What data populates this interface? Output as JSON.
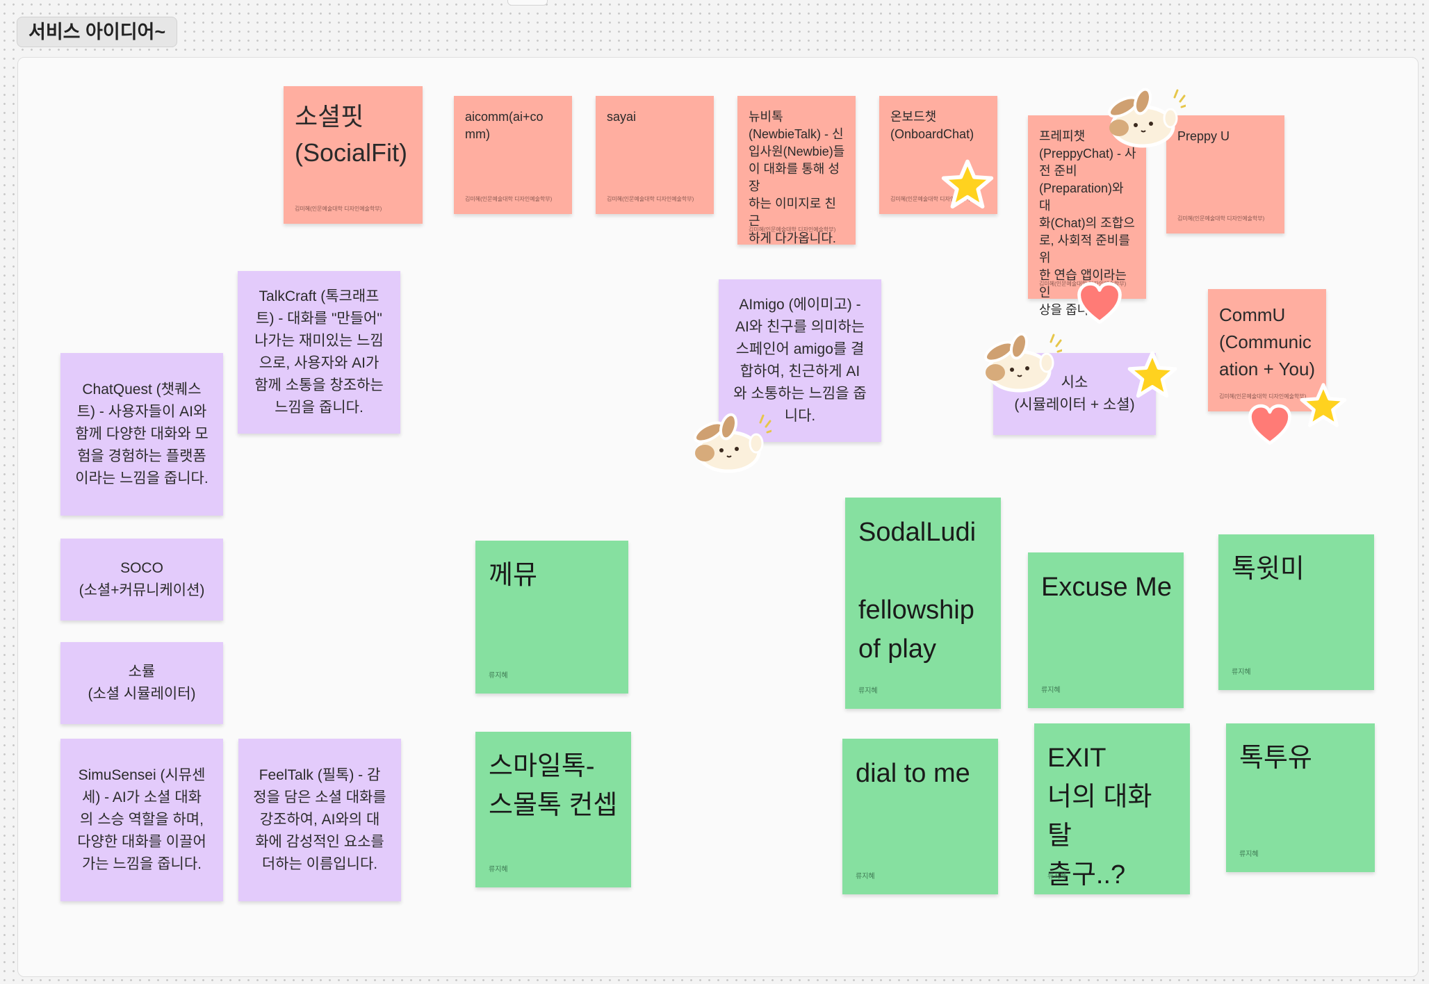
{
  "board": {
    "section_title": "서비스 아이디어~",
    "colors": {
      "pink": "#ffaea0",
      "green": "#86e0a0",
      "purple": "#e3cbfb",
      "star": "#ffd21f",
      "heart": "#ff7b76"
    }
  },
  "stickies": {
    "socialfit": {
      "text": "소셜핏\n(SocialFit)",
      "author": "김미혜(인문예술대학 디자인예술학부)"
    },
    "aicomm": {
      "text": "aicomm(ai+co\nmm)",
      "author": "김미혜(인문예술대학 디자인예술학부)"
    },
    "sayai": {
      "text": "sayai",
      "author": "김미혜(인문예술대학 디자인예술학부)"
    },
    "newbietalk": {
      "text": "뉴비톡\n(NewbieTalk) - 신\n입사원(Newbie)들\n이 대화를 통해 성장\n하는 이미지로 친근\n하게 다가옵니다.",
      "author": "김미혜(인문예술대학 디자인예술학부)"
    },
    "onboardchat": {
      "text": "온보드챗\n(OnboardChat)",
      "author": "김미혜(인문예술대학 디자인예술학부)"
    },
    "preppychat": {
      "text": "프레피챗\n(PreppyChat) - 사\n전 준비\n(Preparation)와 대\n화(Chat)의 조합으\n로, 사회적 준비를 위\n한 연습 앱이라는 인\n상을 줍니다.",
      "author": "김미혜(인문예술대학 디자인예술학부)"
    },
    "preppyu": {
      "text": "Preppy U",
      "author": "김미혜(인문예술대학 디자인예술학부)"
    },
    "commu": {
      "text": "CommU\n(Communic\nation + You)",
      "author": "김미혜(인문예술대학 디자인예술학부)"
    },
    "talkcraft": {
      "text": "TalkCraft (톡크래프\n트) - 대화를 \"만들어\"\n나가는 재미있는 느낌\n으로, 사용자와 AI가\n함께 소통을 창조하는\n느낌을 줍니다."
    },
    "chatquest": {
      "text": "ChatQuest (챗퀘스\n트) - 사용자들이 AI와\n함께 다양한 대화와 모\n험을 경험하는 플랫폼\n이라는 느낌을 줍니다."
    },
    "aimigo": {
      "text": "AImigo (에이미고) -\nAI와 친구를 의미하는\n스페인어 amigo를 결\n합하여, 친근하게 AI\n와 소통하는 느낌을 줍\n니다."
    },
    "siso": {
      "text": "시소\n(시뮬레이터 + 소셜)"
    },
    "soco": {
      "text": "SOCO\n(소셜+커뮤니케이션)"
    },
    "soryul": {
      "text": "소률\n(소셜 시뮬레이터)"
    },
    "simusensei": {
      "text": "SimuSensei (시뮤센\n세) - AI가 소셜 대화\n의 스승 역할을 하며,\n다양한 대화를 이끌어\n가는 느낌을 줍니다."
    },
    "feeltalk": {
      "text": "FeelTalk (필톡) - 감\n정을 담은 소셜 대화를\n강조하여, AI와의 대\n화에 감성적인 요소를\n더하는 이름입니다."
    },
    "kkemyu": {
      "text": "께뮤",
      "author": "류지혜"
    },
    "smiletalk": {
      "text": "스마일톡-\n스몰톡 컨셉",
      "author": "류지혜"
    },
    "sodalludi": {
      "text": "SodalLudi\n\nfellowship\nof play",
      "author": "류지혜"
    },
    "excuseme": {
      "text": "Excuse Me",
      "author": "류지혜"
    },
    "tokwitme": {
      "text": "톡윗미",
      "author": "류지혜"
    },
    "dialtome": {
      "text": "dial to me",
      "author": "류지혜"
    },
    "exit": {
      "text": "EXIT\n너의 대화 탈\n출구..?",
      "author": "류지혜"
    },
    "toktoyou": {
      "text": "톡투유",
      "author": "류지혜"
    }
  },
  "stickers": {
    "stars": [
      "star-icon",
      "star-icon",
      "star-icon",
      "star-icon"
    ],
    "hearts": [
      "heart-icon",
      "heart-icon"
    ],
    "bunnies": [
      "bunny-icon",
      "bunny-icon",
      "bunny-icon"
    ]
  }
}
